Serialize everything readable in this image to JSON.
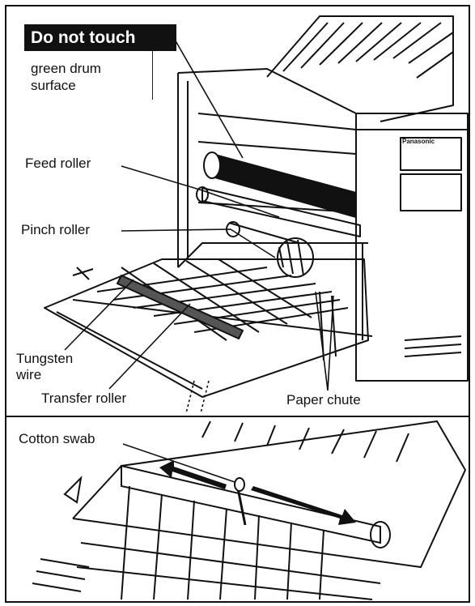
{
  "callouts": {
    "warning_title": "Do not touch",
    "warning_text_line1": "green drum",
    "warning_text_line2": "surface",
    "feed_roller": "Feed roller",
    "pinch_roller": "Pinch roller",
    "tungsten_wire_line1": "Tungsten",
    "tungsten_wire_line2": "wire",
    "transfer_roller": "Transfer roller",
    "paper_chute": "Paper chute",
    "cotton_swab": "Cotton swab"
  },
  "device": {
    "brand_mark": "Panasonic"
  }
}
